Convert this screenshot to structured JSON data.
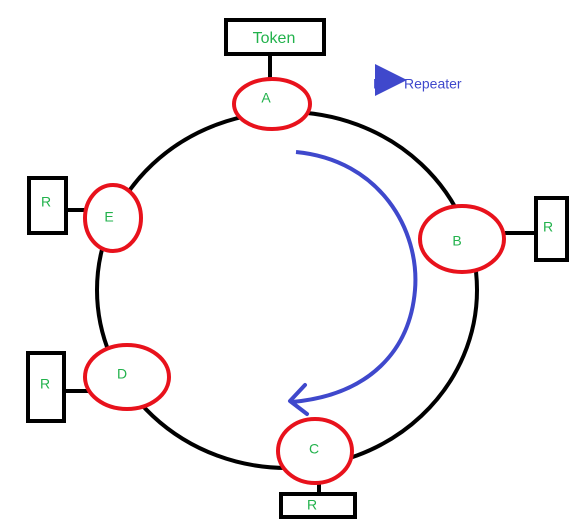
{
  "token_label": "Token",
  "nodes": {
    "a": "A",
    "b": "B",
    "c": "C",
    "d": "D",
    "e": "E"
  },
  "repeater_label": "R",
  "legend": {
    "symbol": "R",
    "text": "Repeater"
  },
  "colors": {
    "ring": "#000000",
    "node_outline": "#e8121c",
    "label_text": "#22b24c",
    "arrow": "#3f48cc"
  }
}
